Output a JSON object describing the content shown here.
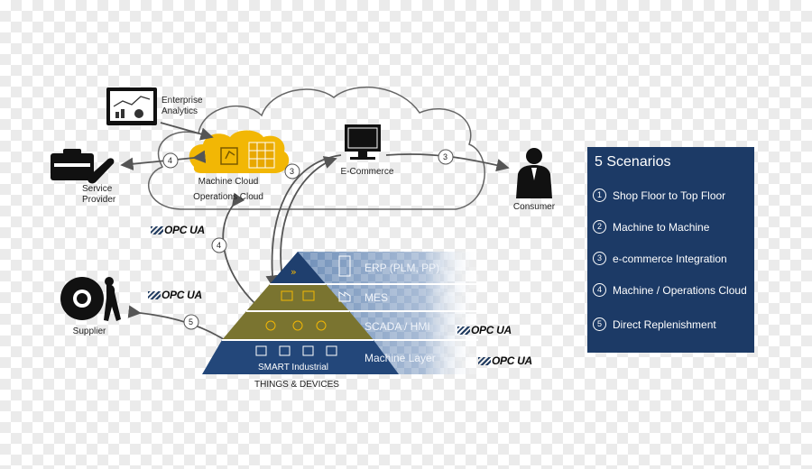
{
  "labels": {
    "enterprise_analytics_1": "Enterprise",
    "enterprise_analytics_2": "Analytics",
    "service_provider_1": "Service",
    "service_provider_2": "Provider",
    "machine_cloud_1": "Machine Cloud",
    "machine_cloud_2": "Operations Cloud",
    "ecommerce": "E-Commerce",
    "consumer": "Consumer",
    "supplier": "Supplier",
    "smart_industrial": "SMART Industrial",
    "things_devices": "THINGS & DEVICES"
  },
  "opc_label": "OPC UA",
  "arrow_numbers": {
    "service": "4",
    "ecommerce_left": "3",
    "ecommerce_right": "3",
    "machine_down": "4",
    "supplier": "5"
  },
  "layers": [
    {
      "label": "ERP (PLM, PP)"
    },
    {
      "label": "MES"
    },
    {
      "label": "SCADA / HMI"
    },
    {
      "label": "Machine Layer"
    }
  ],
  "panel": {
    "title": "5 Scenarios",
    "items": [
      {
        "num": "1",
        "label": "Shop Floor to Top Floor"
      },
      {
        "num": "2",
        "label": "Machine to Machine"
      },
      {
        "num": "3",
        "label": "e-commerce Integration"
      },
      {
        "num": "4",
        "label": "Machine / Operations Cloud"
      },
      {
        "num": "5",
        "label": "Direct Replenishment"
      }
    ]
  },
  "colors": {
    "panel_bg": "#1c3a66",
    "pyramid_top": "#1f3f6e",
    "pyramid_mid": "#7a7430",
    "pyramid_low": "#23477a",
    "cloud_highlight": "#f2b705",
    "band": "#8aa6c8"
  }
}
